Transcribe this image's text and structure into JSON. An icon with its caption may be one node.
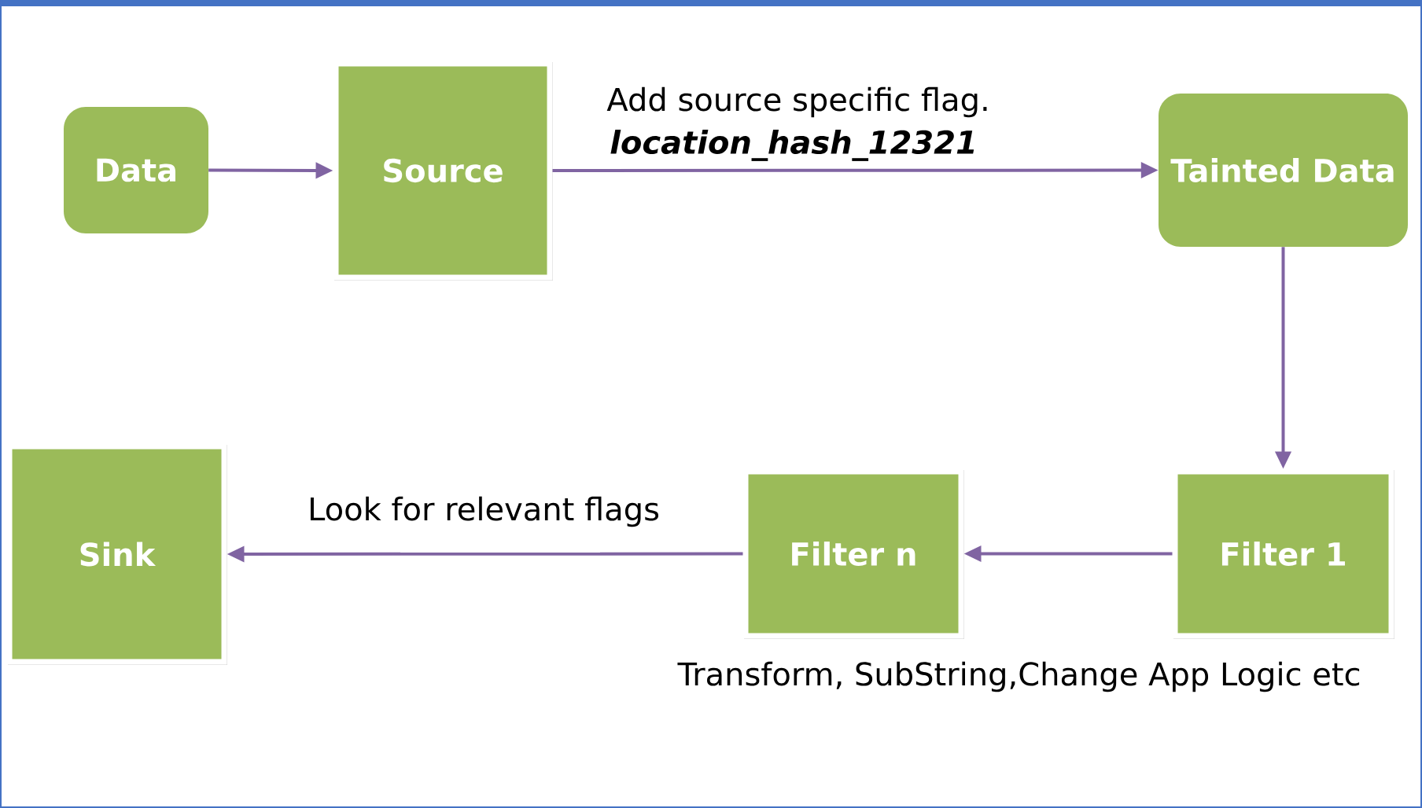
{
  "diagram": {
    "nodes": [
      {
        "text": [
          "Data"
        ]
      },
      {
        "text": [
          "Source"
        ]
      },
      {
        "text": [
          "Tainted Data"
        ]
      },
      {
        "text": [
          "Filter 1"
        ]
      },
      {
        "text": [
          "Filter n"
        ]
      },
      {
        "text": [
          "Sink"
        ]
      }
    ],
    "edges": [
      {
        "from": 0,
        "to": 1,
        "arrow": "to"
      },
      {
        "from": 1,
        "to": 2,
        "arrow": "to",
        "label": "Add source specific flag."
      },
      {
        "from": 2,
        "to": 3,
        "arrow": "to"
      },
      {
        "from": 3,
        "to": 4,
        "arrow": "to"
      },
      {
        "from": 4,
        "to": 5,
        "arrow": "to",
        "label": "Look for relevant flags"
      }
    ],
    "labels": [
      "location_hash_12321",
      "Transform, SubString,Change App Logic etc"
    ]
  }
}
